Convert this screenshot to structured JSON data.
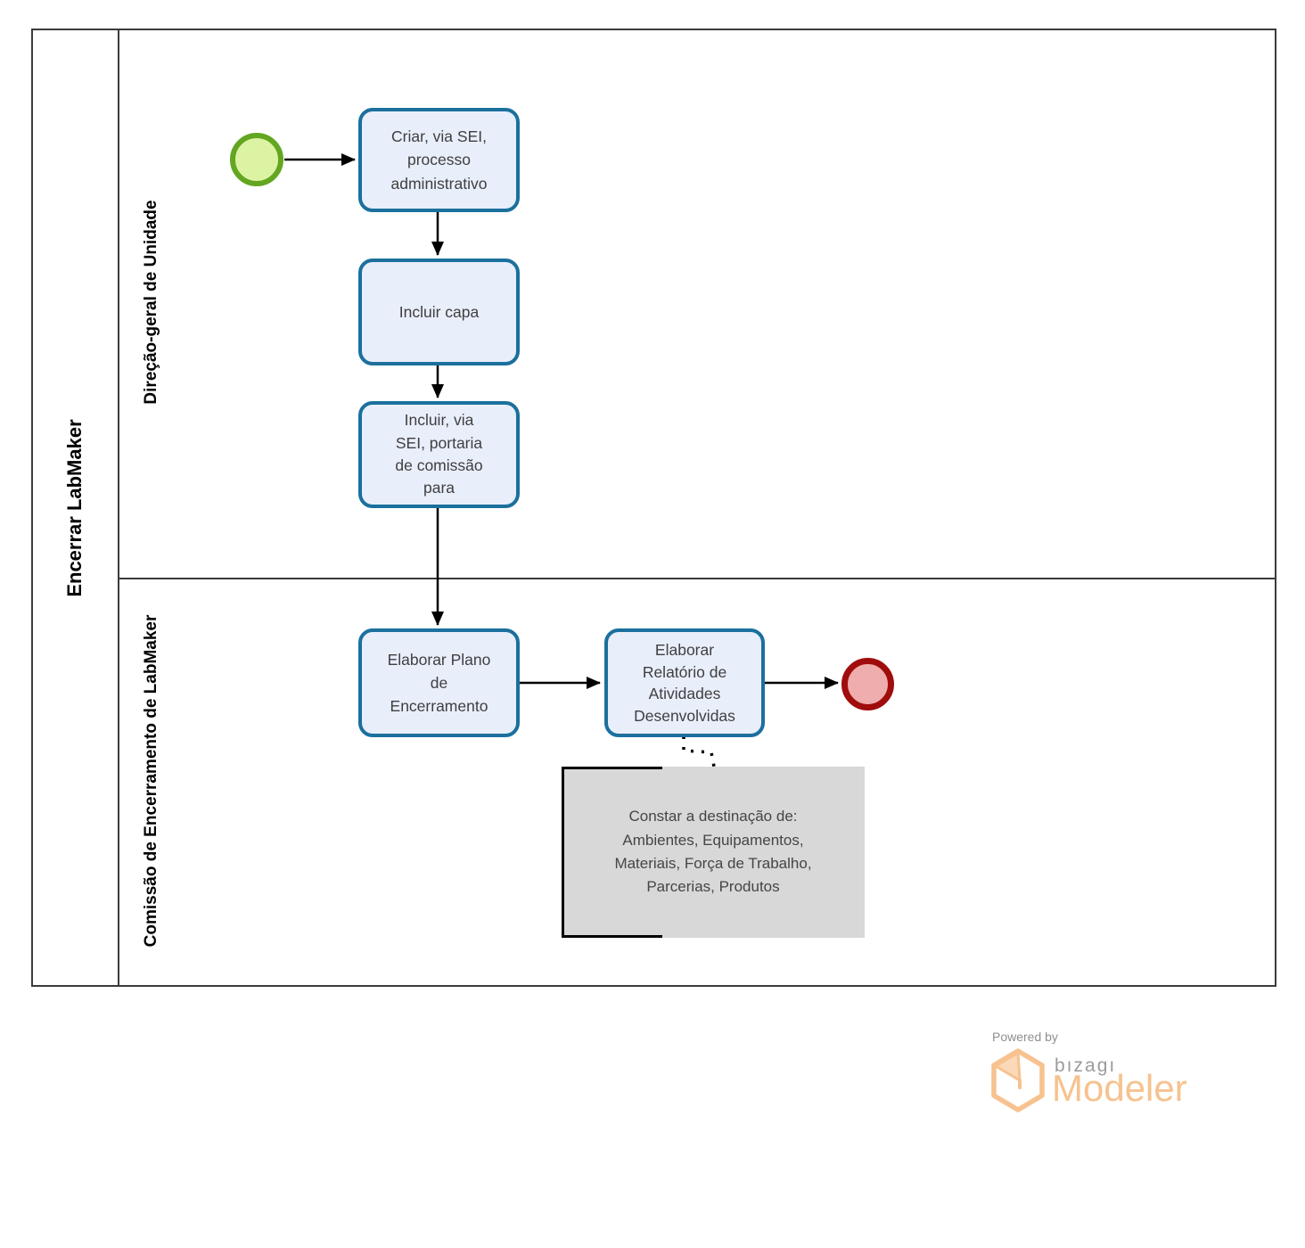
{
  "pool": {
    "title": "Encerrar LabMaker",
    "lanes": [
      {
        "label": "Direção-geral de Unidade"
      },
      {
        "label": "Comissão de Encerramento de LabMaker"
      }
    ]
  },
  "process": {
    "tasks": [
      {
        "label": "Criar, via SEI,\nprocesso\nadministrativo"
      },
      {
        "label": "Incluir capa"
      },
      {
        "label": "Incluir, via\nSEI, portaria\nde comissão\npara"
      },
      {
        "label": "Elaborar Plano\nde\nEncerramento"
      },
      {
        "label": "Elaborar\nRelatório de\nAtividades\nDesenvolvidas"
      }
    ],
    "annotation": {
      "text": "Constar a destinação de:\nAmbientes, Equipamentos,\nMateriais, Força de Trabalho,\nParcerias, Produtos"
    }
  },
  "branding": {
    "powered_by": "Powered by",
    "brand": "bızagı",
    "product": "Modeler"
  },
  "colors": {
    "task_border": "#1b709d",
    "task_fill": "#e9eefb",
    "start_border": "#63a621",
    "start_fill": "#ddf3a4",
    "end_border": "#a00d0d",
    "end_fill": "#efadad",
    "pool_border": "#3b3b3b",
    "annotation_fill": "#d8d8d8",
    "brand_orange": "#f7c28f",
    "brand_gray": "#9b9b9b"
  }
}
